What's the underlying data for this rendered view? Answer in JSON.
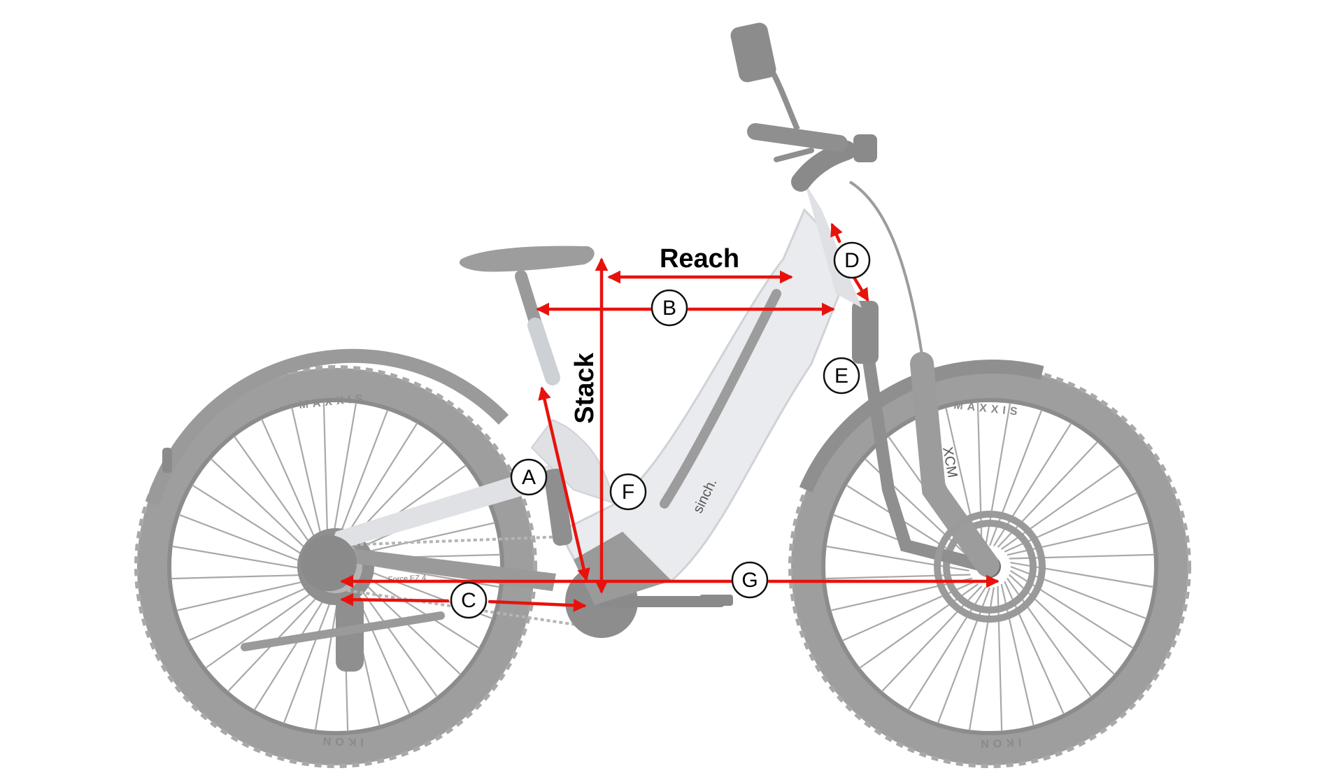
{
  "measurements": {
    "reach": "Reach",
    "stack": "Stack",
    "points": [
      "A",
      "B",
      "C",
      "D",
      "E",
      "F",
      "G"
    ]
  },
  "bike_text": {
    "tire_brand": "MAXXIS",
    "tire_model": "IKON",
    "frame_brand": "sinch.",
    "frame_model": "Force EZ 4",
    "fork_brand": "XCM"
  },
  "colors": {
    "arrow": "#e8120c",
    "bike": "#b3b3b3",
    "frame": "#e9ebee"
  }
}
